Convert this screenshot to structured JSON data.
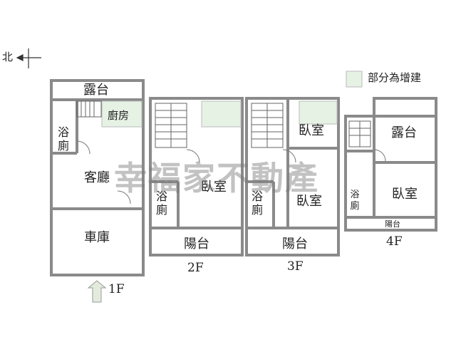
{
  "compass": {
    "label": "北"
  },
  "legend": {
    "label": "部分為增建",
    "swatch_color": "#e6f2e4"
  },
  "watermark": "幸福家不動產",
  "wall_color": "#8a8a8a",
  "floors": [
    {
      "id": "1F",
      "label": "1F",
      "rooms": {
        "balcony": "露台",
        "kitchen": "廚房",
        "bath": "浴廁",
        "living": "客廳",
        "garage": "車庫"
      }
    },
    {
      "id": "2F",
      "label": "2F",
      "rooms": {
        "bath": "浴廁",
        "bedroom": "臥室",
        "balcony": "陽台"
      }
    },
    {
      "id": "3F",
      "label": "3F",
      "rooms": {
        "bedroom_top": "臥室",
        "bath": "浴廁",
        "bedroom": "臥室",
        "balcony": "陽台"
      }
    },
    {
      "id": "4F",
      "label": "4F",
      "rooms": {
        "terrace": "露台",
        "bedroom": "臥室",
        "bath": "浴廁",
        "balcony": "陽台"
      }
    }
  ]
}
